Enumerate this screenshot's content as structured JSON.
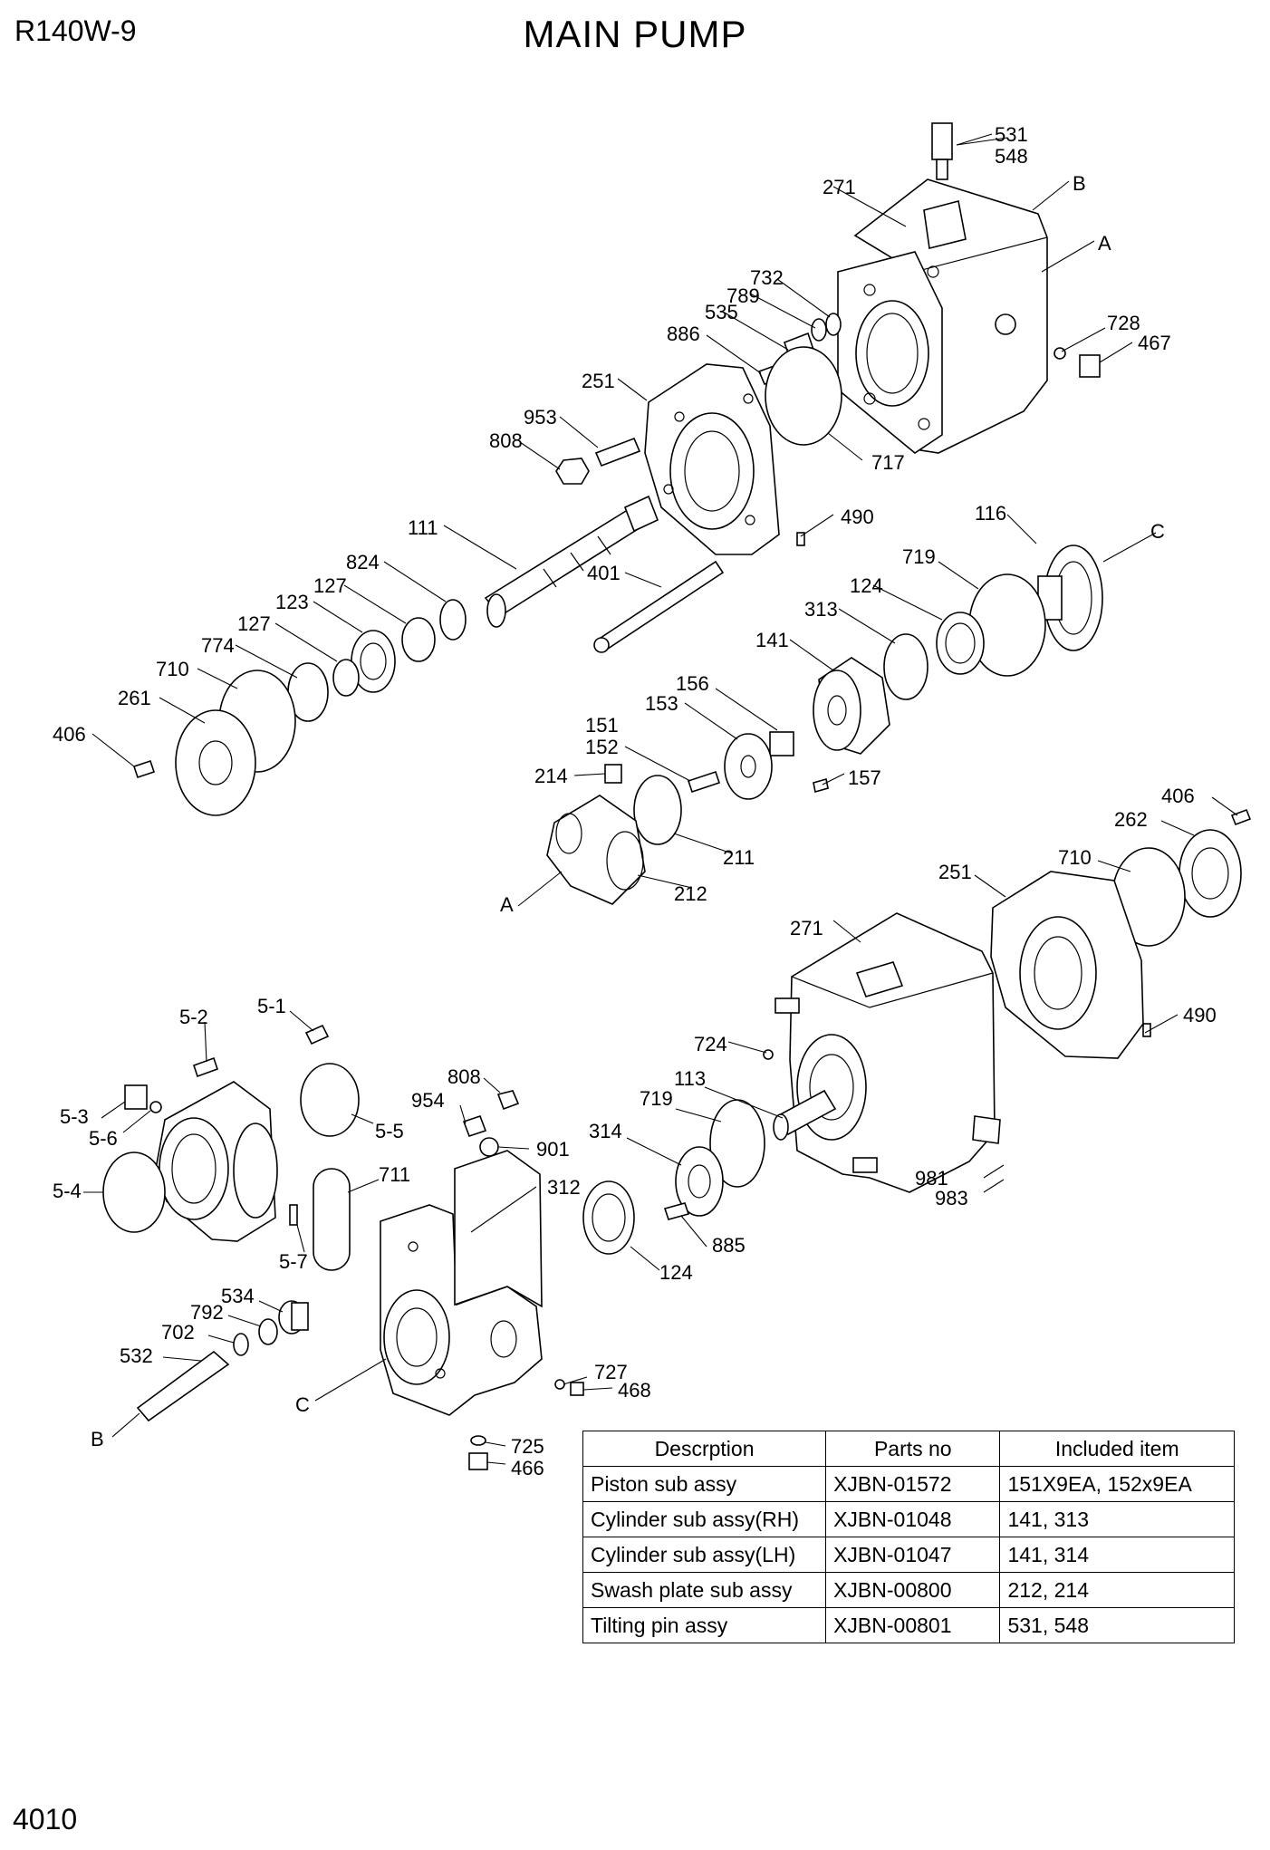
{
  "header": {
    "model": "R140W-9",
    "title": "MAIN PUMP"
  },
  "footer": {
    "page_number": "4010"
  },
  "callouts": {
    "c531": "531",
    "c548": "548",
    "c271a": "271",
    "cB1": "B",
    "cA1": "A",
    "c732": "732",
    "c789": "789",
    "c535": "535",
    "c728": "728",
    "c467": "467",
    "c886": "886",
    "c251a": "251",
    "c953": "953",
    "c808a": "808",
    "c717": "717",
    "c490a": "490",
    "c116": "116",
    "cC1": "C",
    "c111": "111",
    "c719a": "719",
    "c824": "824",
    "c401": "401",
    "c124a": "124",
    "c127a": "127",
    "c123": "123",
    "c313": "313",
    "c127b": "127",
    "c774": "774",
    "c141": "141",
    "c710a": "710",
    "c156": "156",
    "c261": "261",
    "c153": "153",
    "c406a": "406",
    "c151": "151",
    "c152": "152",
    "c157": "157",
    "c214": "214",
    "c211": "211",
    "c406b": "406",
    "c262": "262",
    "c710b": "710",
    "cA2": "A",
    "c212": "212",
    "c251b": "251",
    "c271b": "271",
    "c490b": "490",
    "c5_2": "5-2",
    "c5_1": "5-1",
    "c724": "724",
    "c808b": "808",
    "c113": "113",
    "c5_3": "5-3",
    "c954": "954",
    "c719b": "719",
    "c5_6": "5-6",
    "c5_5": "5-5",
    "c314": "314",
    "c901": "901",
    "c981": "981",
    "c983": "983",
    "c5_4": "5-4",
    "c711": "711",
    "c312": "312",
    "c885": "885",
    "c5_7": "5-7",
    "c124b": "124",
    "c534": "534",
    "c792": "792",
    "c702": "702",
    "c532": "532",
    "c727": "727",
    "c468": "468",
    "cC2": "C",
    "cB2": "B",
    "c725": "725",
    "c466": "466"
  },
  "sub_assembly_table": {
    "headers": [
      "Descrption",
      "Parts no",
      "Included item"
    ],
    "rows": [
      [
        "Piston sub assy",
        "XJBN-01572",
        "151X9EA, 152x9EA"
      ],
      [
        "Cylinder sub assy(RH)",
        "XJBN-01048",
        "141, 313"
      ],
      [
        "Cylinder sub assy(LH)",
        "XJBN-01047",
        "141, 314"
      ],
      [
        "Swash plate sub assy",
        "XJBN-00800",
        "212, 214"
      ],
      [
        "Tilting pin assy",
        "XJBN-00801",
        "531, 548"
      ]
    ]
  }
}
